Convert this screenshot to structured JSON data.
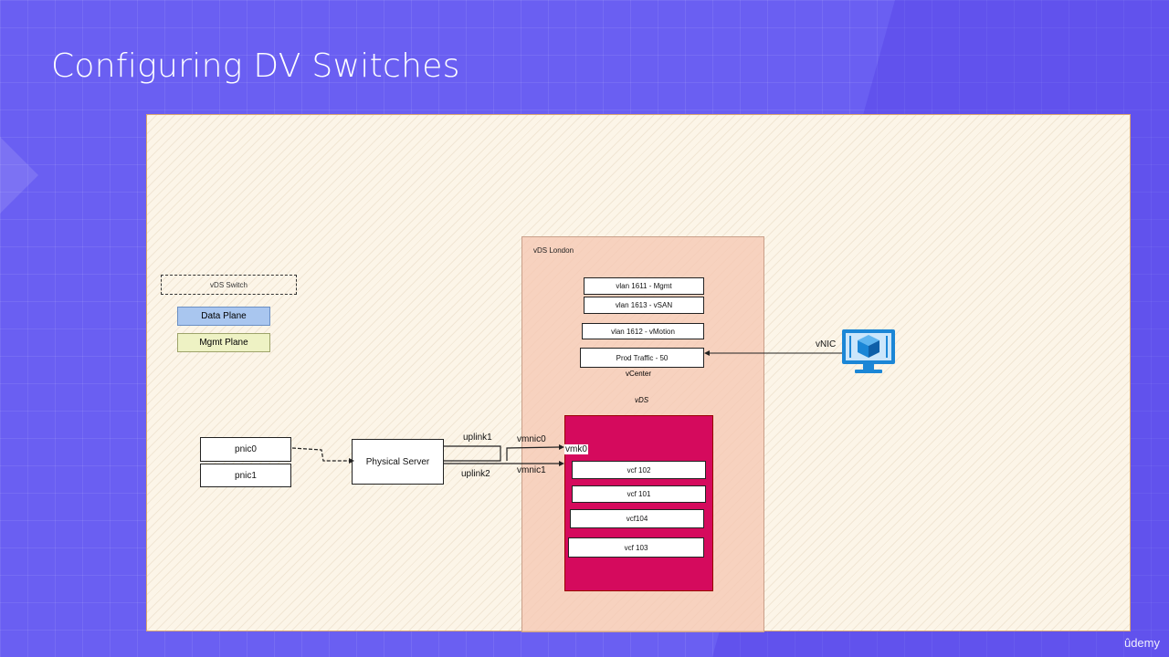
{
  "slide": {
    "title": "Configuring DV Switches",
    "watermark": "ûdemy"
  },
  "legend": {
    "vds_switch": "vDS Switch",
    "data_plane": "Data Plane",
    "mgmt_plane": "Mgmt Plane"
  },
  "diagram": {
    "vds_london_label": "vDS London",
    "vlans": [
      "vlan 1611  - Mgmt",
      "vlan 1613 - vSAN",
      "vlan 1612 - vMotion",
      "Prod Traffic - 50"
    ],
    "vcenter_label": "vCenter",
    "vds_label": "vDS",
    "vmk0_label": "vmk0",
    "vcf": [
      "vcf 102",
      "vcf 101",
      "vcf104",
      "vcf 103"
    ],
    "pnic0": "pnic0",
    "pnic1": "pnic1",
    "physical_server": "Physical Server",
    "uplink1": "uplink1",
    "uplink2": "uplink2",
    "vmnic0": "vmnic0",
    "vmnic1": "vmnic1",
    "vnic_label": "vNIC",
    "vm_icon": "virtual-machine-monitor-icon",
    "colors": {
      "canvas": "#fcf5e8",
      "vds_london": "#f5c6b2",
      "vds_inner": "#d50a5d",
      "data_plane": "#a9c6ef",
      "mgmt_plane": "#eef2c4"
    }
  }
}
